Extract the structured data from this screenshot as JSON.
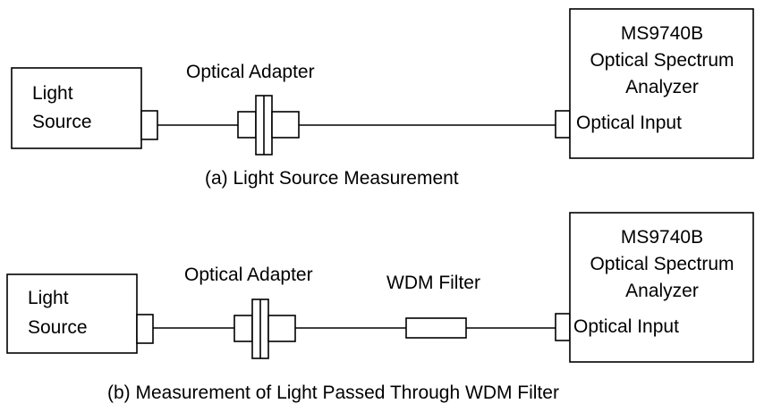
{
  "diagram_a": {
    "light_source_line1": "Light",
    "light_source_line2": "Source",
    "adapter_label": "Optical Adapter",
    "analyzer_line1": "MS9740B",
    "analyzer_line2": "Optical Spectrum",
    "analyzer_line3": "Analyzer",
    "input_label": "Optical Input",
    "caption": "(a)  Light Source Measurement"
  },
  "diagram_b": {
    "light_source_line1": "Light",
    "light_source_line2": "Source",
    "adapter_label": "Optical Adapter",
    "filter_label": "WDM Filter",
    "analyzer_line1": "MS9740B",
    "analyzer_line2": "Optical Spectrum",
    "analyzer_line3": "Analyzer",
    "input_label": "Optical Input",
    "caption": "(b) Measurement of Light Passed Through WDM Filter"
  }
}
